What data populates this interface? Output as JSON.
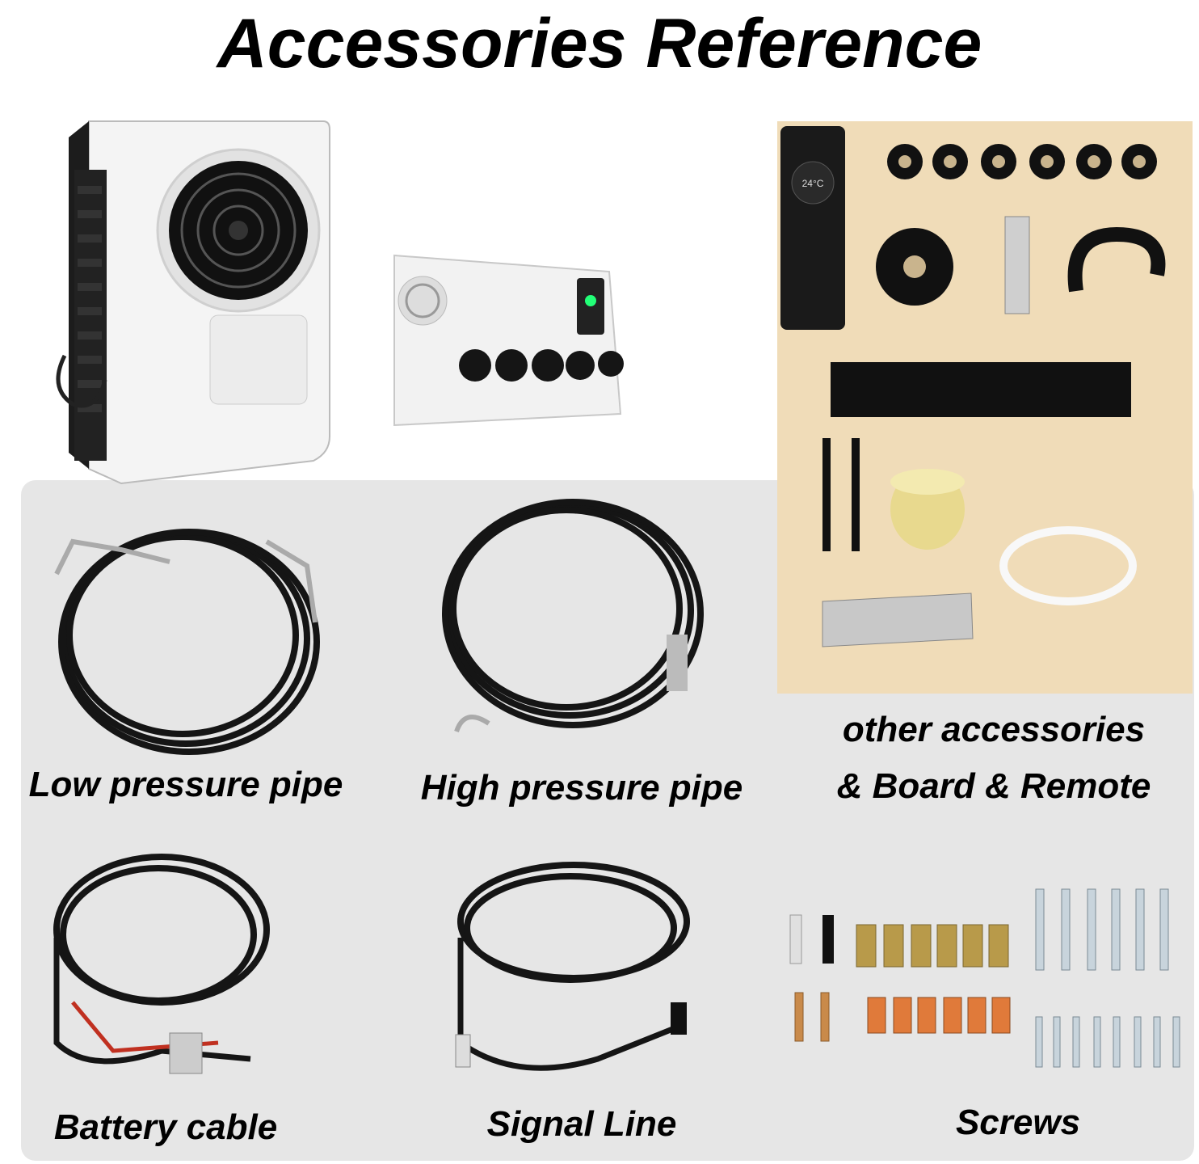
{
  "title": "Accessories Reference",
  "captions": {
    "low_pressure_pipe": "Low pressure pipe",
    "high_pressure_pipe": "High pressure pipe",
    "other_line1": "other accessories",
    "other_line2": "& Board & Remote",
    "battery_cable": "Battery cable",
    "signal_line": "Signal Line",
    "screws": "Screws"
  },
  "remote": {
    "temp": "24°C"
  },
  "colors": {
    "panel_bg": "#e6e6e6",
    "board_bg": "#f0dcb8",
    "hose": "#151515",
    "unit_white": "#f4f4f4"
  }
}
